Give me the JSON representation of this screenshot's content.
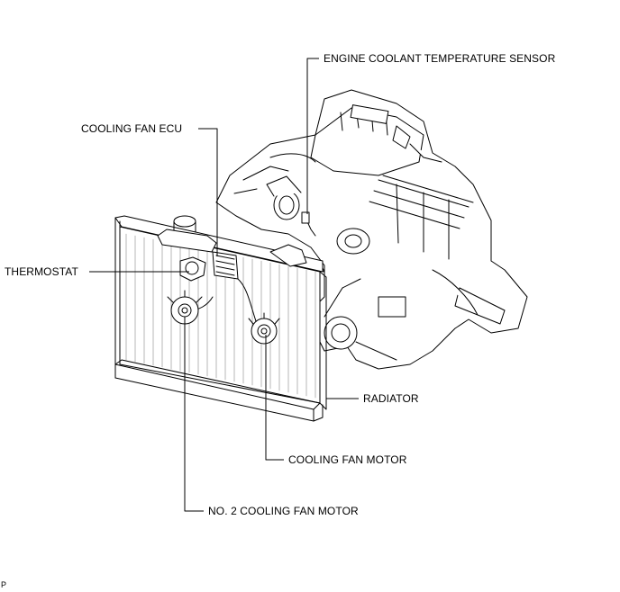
{
  "labels": {
    "engine_coolant_temperature_sensor": "ENGINE COOLANT TEMPERATURE SENSOR",
    "cooling_fan_ecu": "COOLING FAN ECU",
    "thermostat": "THERMOSTAT",
    "radiator": "RADIATOR",
    "cooling_fan_motor": "COOLING FAN MOTOR",
    "no2_cooling_fan_motor": "NO. 2 COOLING FAN MOTOR"
  },
  "corner_mark": "P"
}
